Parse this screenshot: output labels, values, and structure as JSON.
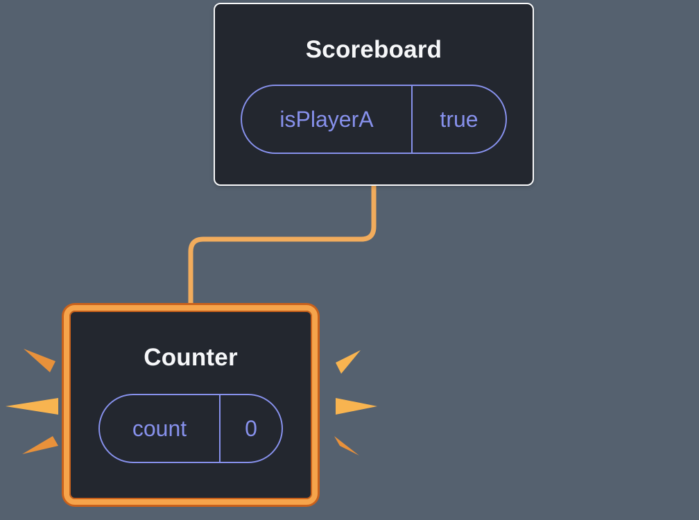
{
  "canvas": {
    "background": "#55616F"
  },
  "colors": {
    "node_background": "#23272F",
    "parent_border": "#F8F9FA",
    "pill_accent": "#8791EC",
    "connector": "#F2AC5C",
    "highlight_border": "#F6A44B",
    "highlight_outline": "#C8611C",
    "spark_light": "#F8B450",
    "spark_dark": "#E8913B",
    "title_color": "#F6F7F9"
  },
  "parent_node": {
    "title": "Scoreboard",
    "state": {
      "key": "isPlayerA",
      "value": "true"
    }
  },
  "child_node": {
    "title": "Counter",
    "state": {
      "key": "count",
      "value": "0"
    }
  }
}
